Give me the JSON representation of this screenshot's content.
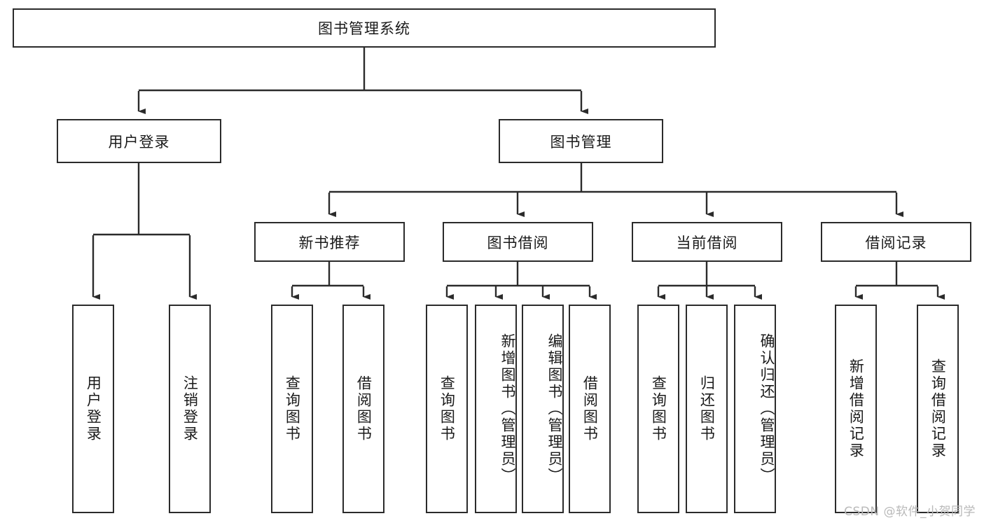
{
  "diagram": {
    "type": "tree",
    "title": "图书管理系统",
    "theme": {
      "background": "#ffffff",
      "box_border": "#2b2b2b",
      "box_fill": "#ffffff",
      "text": "#1a1a1a",
      "connector": "#2b2b2b",
      "watermark": "#b9b9b9"
    },
    "root": {
      "label": "图书管理系统"
    },
    "level2": [
      {
        "label": "用户登录"
      },
      {
        "label": "图书管理"
      }
    ],
    "level3": [
      {
        "label": "新书推荐"
      },
      {
        "label": "图书借阅"
      },
      {
        "label": "当前借阅"
      },
      {
        "label": "借阅记录"
      }
    ],
    "leaves": {
      "user_login": [
        {
          "label": "用户登录"
        },
        {
          "label": "注销登录"
        }
      ],
      "new_book_recommend": [
        {
          "label": "查询图书"
        },
        {
          "label": "借阅图书"
        }
      ],
      "book_borrow": [
        {
          "label": "查询图书"
        },
        {
          "label": "新增图书（管理员）"
        },
        {
          "label": "编辑图书（管理员）"
        },
        {
          "label": "借阅图书"
        }
      ],
      "current_borrow": [
        {
          "label": "查询图书"
        },
        {
          "label": "归还图书"
        },
        {
          "label": "确认归还（管理员）"
        }
      ],
      "borrow_record": [
        {
          "label": "新增借阅记录"
        },
        {
          "label": "查询借阅记录"
        }
      ]
    },
    "watermark": "CSDN @软件_小贺同学"
  }
}
